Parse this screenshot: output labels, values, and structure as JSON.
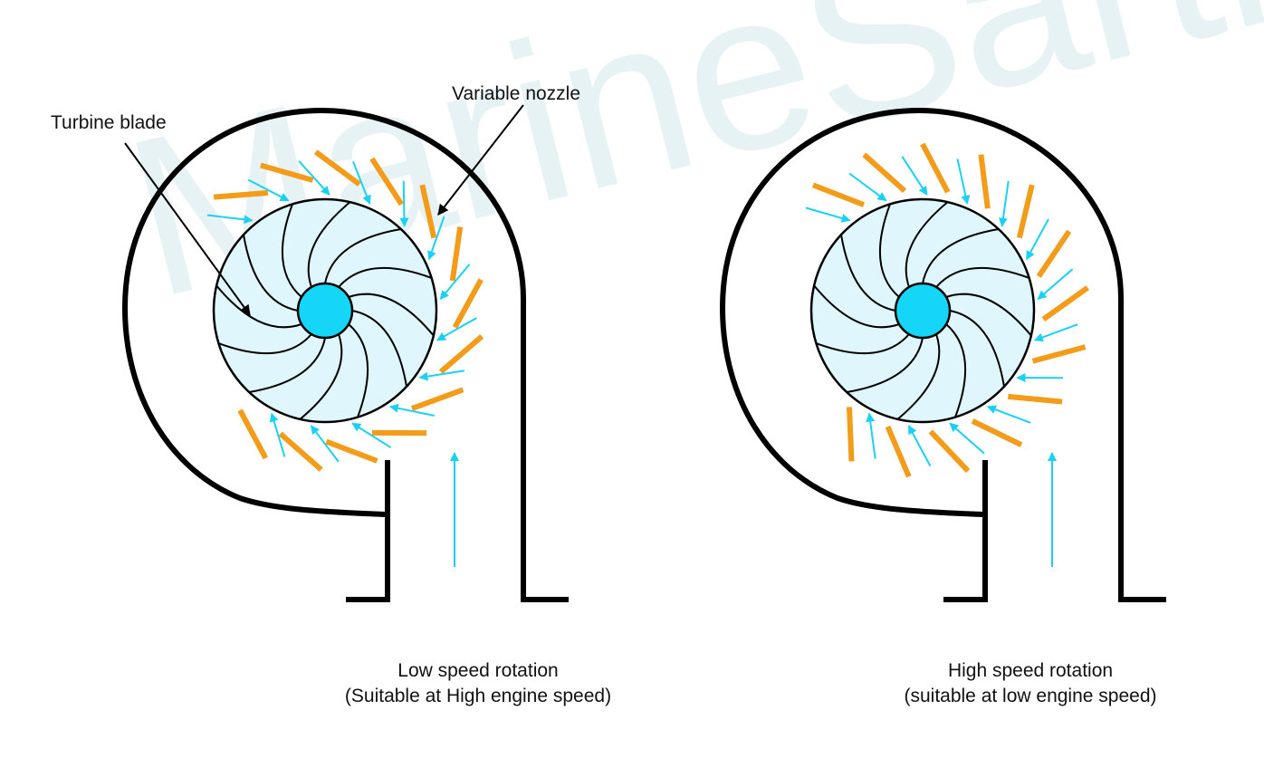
{
  "labels": {
    "turbine_blade": "Turbine blade",
    "variable_nozzle": "Variable nozzle"
  },
  "left": {
    "caption_line1": "Low speed rotation",
    "caption_line2": "(Suitable at High engine speed)"
  },
  "right": {
    "caption_line1": "High speed rotation",
    "caption_line2": "(suitable at low engine speed)"
  },
  "watermark": "MarineSarthi",
  "colors": {
    "housing": "#000000",
    "nozzle": "#f39c1a",
    "flow_arrow": "#1ad1f5",
    "wheel_fill": "#dff7fc",
    "hub": "#16d6f7"
  }
}
